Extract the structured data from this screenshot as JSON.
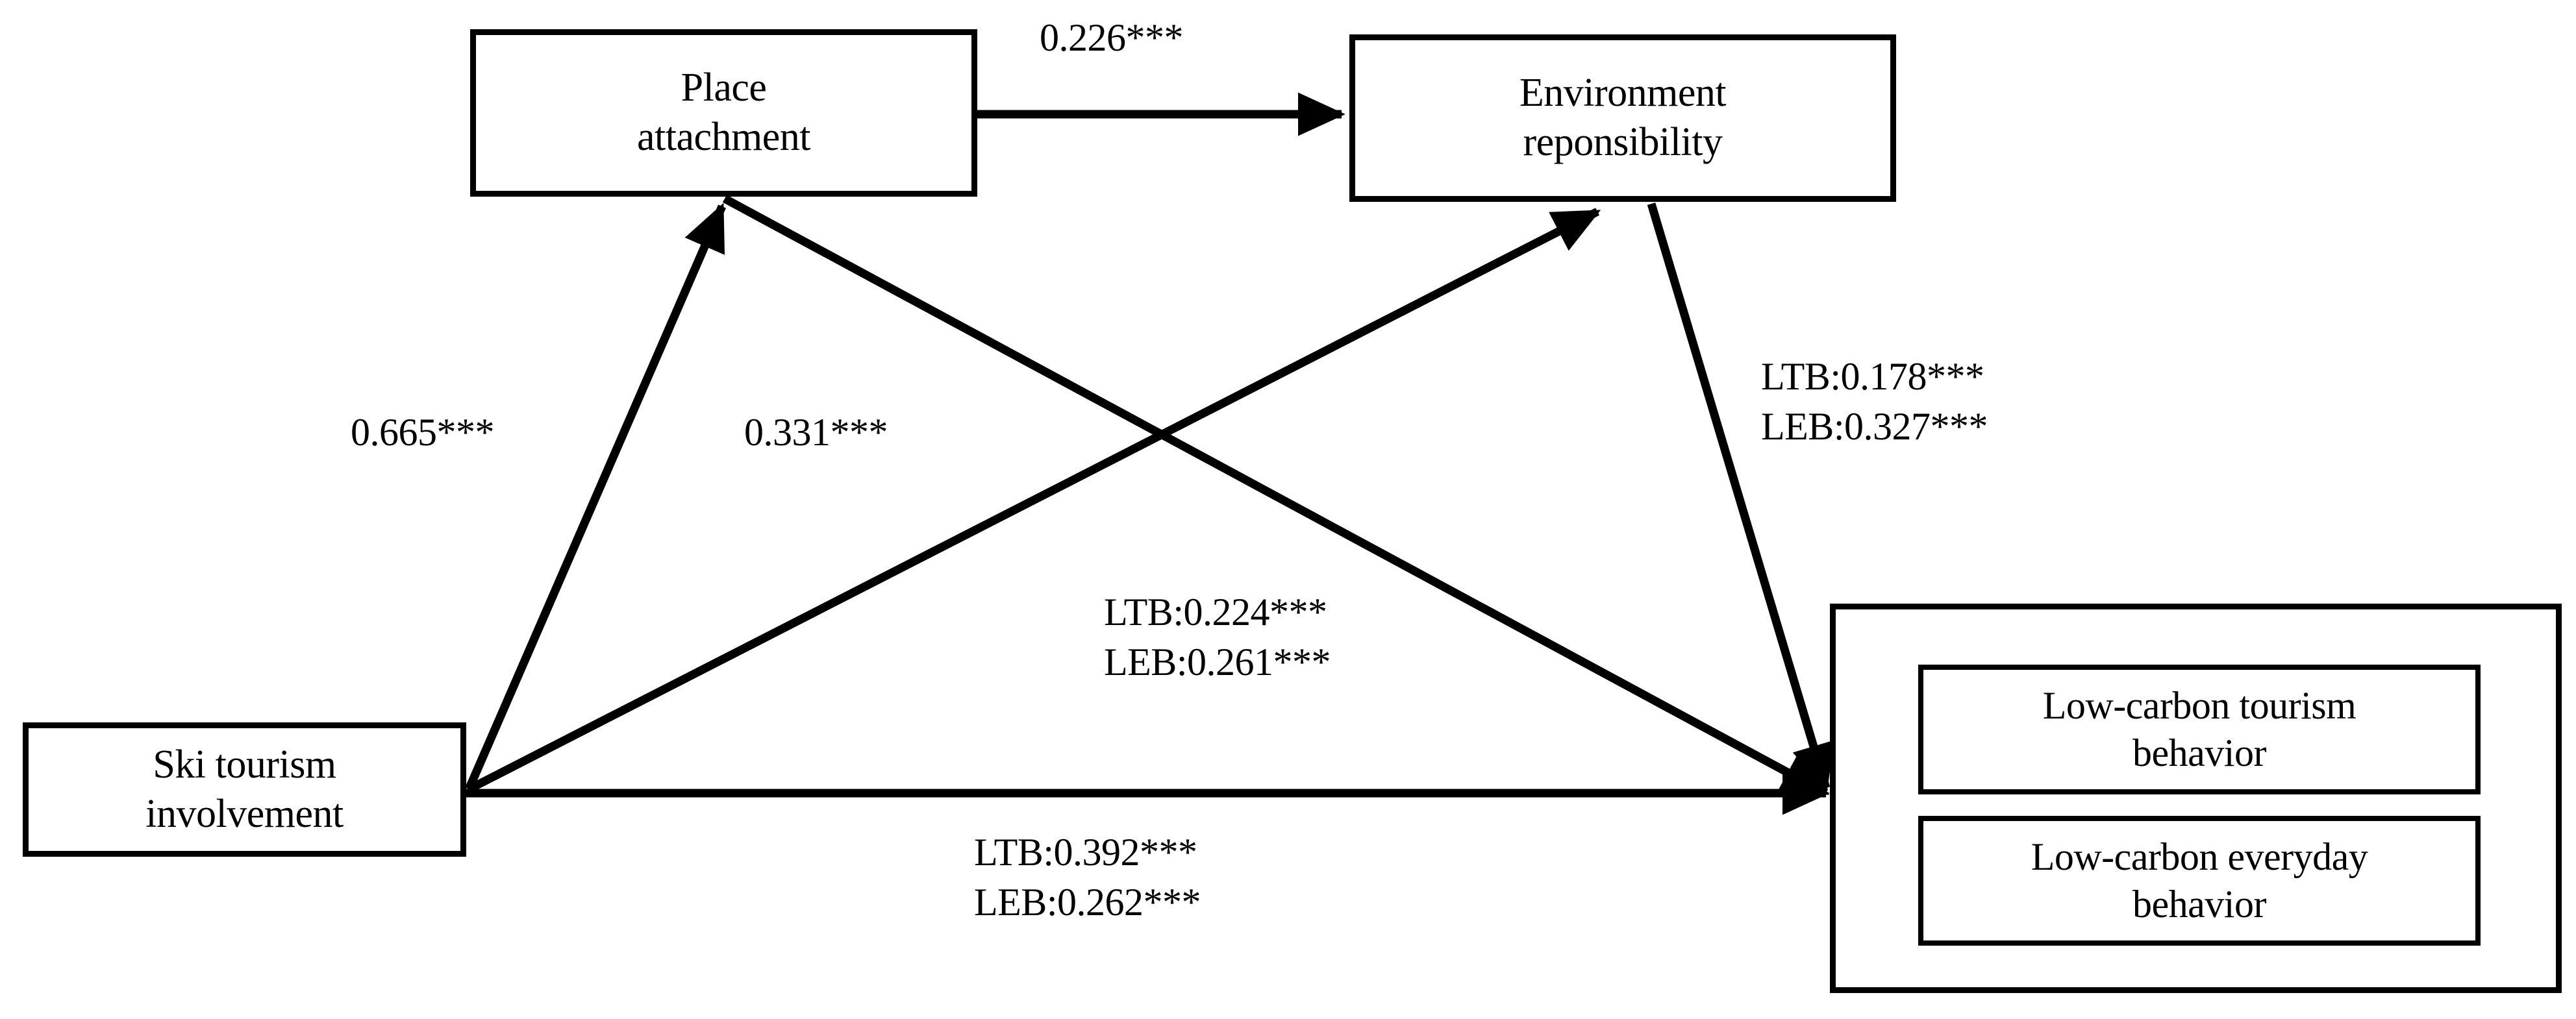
{
  "diagram": {
    "type": "structural-equation-model",
    "nodes": {
      "place_attachment": "Place\nattachment",
      "environment_responsibility": "Environment\nreponsibility",
      "ski_tourism_involvement": "Ski tourism\ninvolvement",
      "low_carbon_tourism_behavior": "Low-carbon tourism\nbehavior",
      "low_carbon_everyday_behavior": "Low-carbon everyday\nbehavior"
    },
    "edge_labels": {
      "place_to_environment": "0.226***",
      "ski_to_place": "0.665***",
      "ski_to_environment": "0.331***",
      "environment_to_outcome": "LTB:0.178***\nLEB:0.327***",
      "place_to_outcome": "LTB:0.224***\nLEB:0.261***",
      "ski_to_outcome": "LTB:0.392***\nLEB:0.262***"
    },
    "paths": [
      {
        "from": "place_attachment",
        "to": "environment_responsibility",
        "coefficients": [
          {
            "outcome": "",
            "value": 0.226,
            "significance": "***"
          }
        ]
      },
      {
        "from": "ski_tourism_involvement",
        "to": "place_attachment",
        "coefficients": [
          {
            "outcome": "",
            "value": 0.665,
            "significance": "***"
          }
        ]
      },
      {
        "from": "ski_tourism_involvement",
        "to": "environment_responsibility",
        "coefficients": [
          {
            "outcome": "",
            "value": 0.331,
            "significance": "***"
          }
        ]
      },
      {
        "from": "environment_responsibility",
        "to": "low_carbon_behavior",
        "coefficients": [
          {
            "outcome": "LTB",
            "value": 0.178,
            "significance": "***"
          },
          {
            "outcome": "LEB",
            "value": 0.327,
            "significance": "***"
          }
        ]
      },
      {
        "from": "place_attachment",
        "to": "low_carbon_behavior",
        "coefficients": [
          {
            "outcome": "LTB",
            "value": 0.224,
            "significance": "***"
          },
          {
            "outcome": "LEB",
            "value": 0.261,
            "significance": "***"
          }
        ]
      },
      {
        "from": "ski_tourism_involvement",
        "to": "low_carbon_behavior",
        "coefficients": [
          {
            "outcome": "LTB",
            "value": 0.392,
            "significance": "***"
          },
          {
            "outcome": "LEB",
            "value": 0.262,
            "significance": "***"
          }
        ]
      }
    ],
    "colors": {
      "stroke": "#000000",
      "fill": "#ffffff",
      "text": "#000000"
    }
  }
}
